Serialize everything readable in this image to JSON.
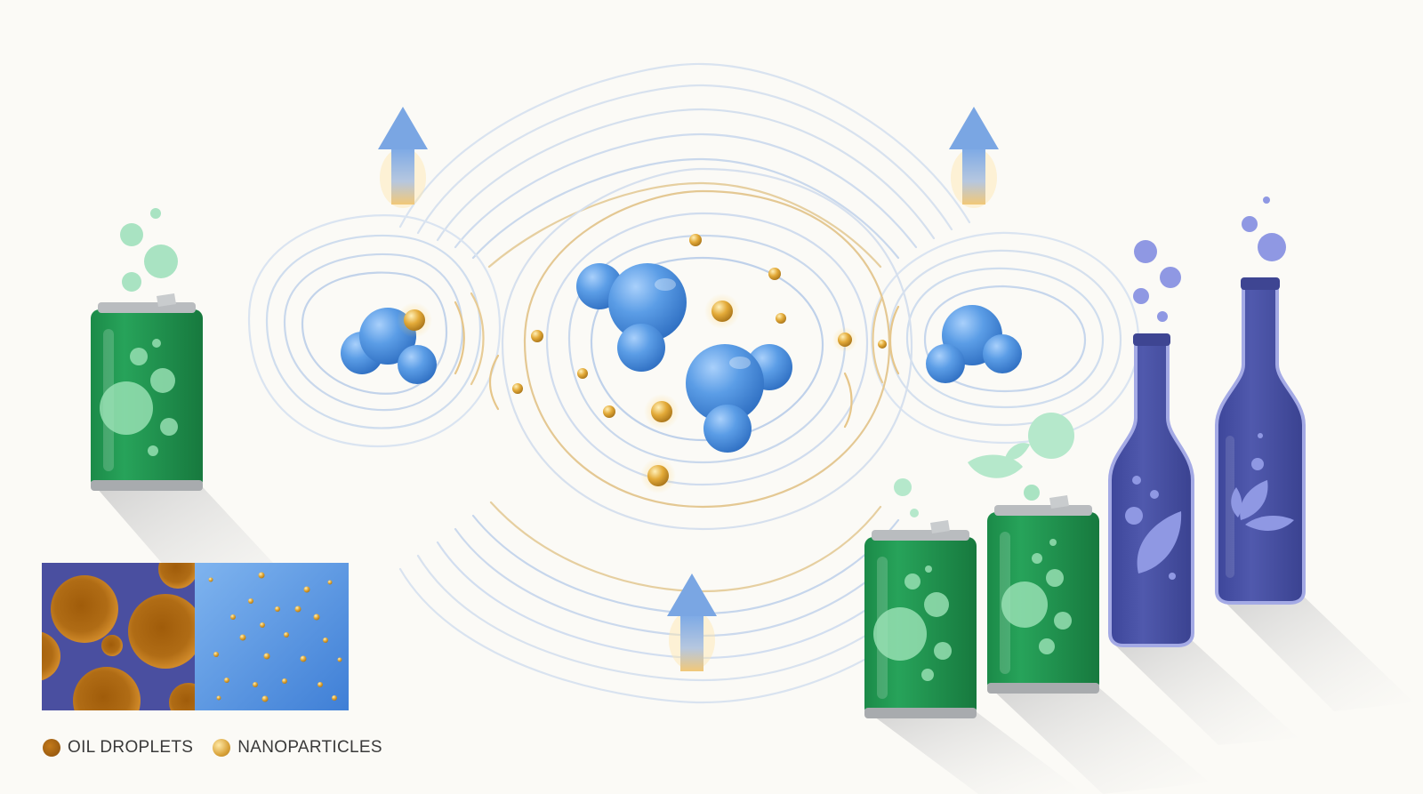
{
  "legend": {
    "items": [
      {
        "label": "OIL DROPLETS",
        "swatch": "oil-droplet-swatch"
      },
      {
        "label": "NANOPARTICLES",
        "swatch": "nanoparticle-swatch"
      }
    ]
  },
  "colors": {
    "background": "#fbfaf6",
    "molecule_blue": "#4f8fd8",
    "nanoparticle_gold": "#e0a93a",
    "can_green": "#1f9350",
    "bottle_purple": "#4c56a8",
    "flow_blue": "#a9c4e6",
    "flow_gold": "#e3c48b",
    "oil_brown": "#a5620f",
    "panel_purple": "#4a4fa0",
    "panel_blue": "#5f99e0"
  },
  "icons": [
    "up-arrow-icon",
    "leaf-icon",
    "soda-can-icon",
    "bottle-icon",
    "molecule-icon",
    "bubble-icon"
  ]
}
